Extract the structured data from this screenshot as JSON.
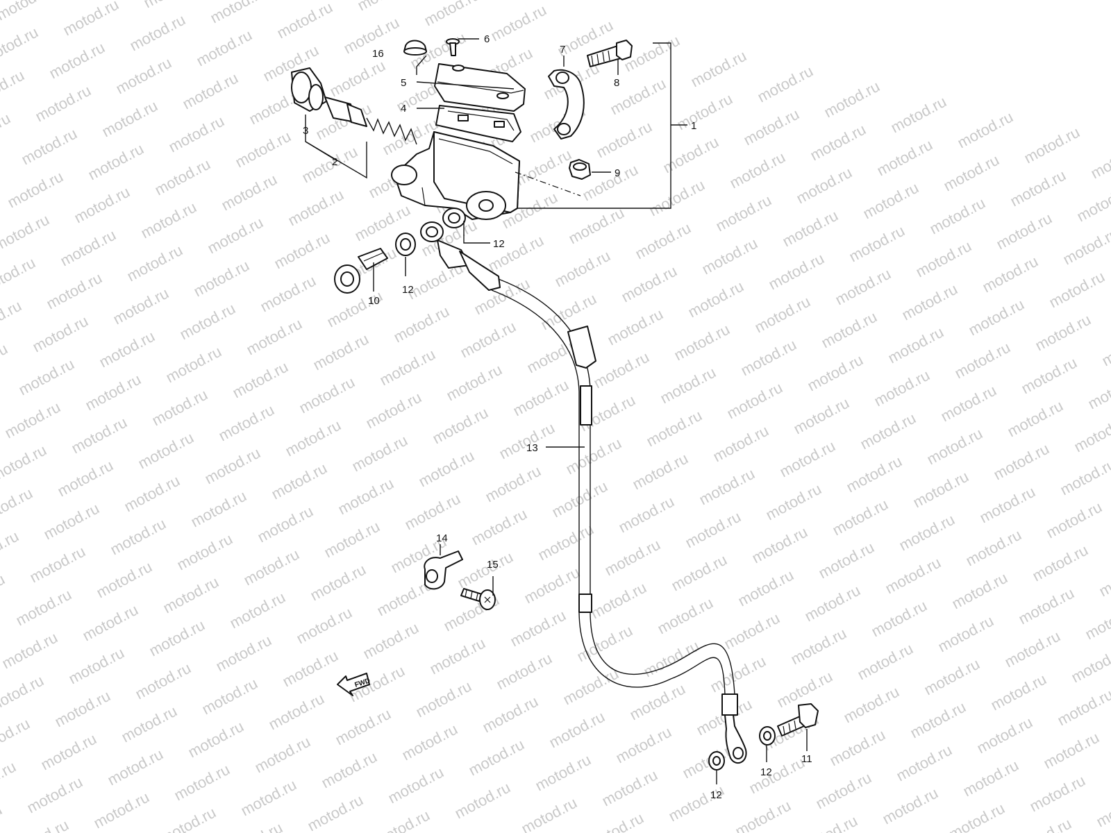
{
  "watermark": {
    "text": "motod.ru"
  },
  "callouts": [
    {
      "id": "c1",
      "label": "1"
    },
    {
      "id": "c2",
      "label": "2"
    },
    {
      "id": "c3",
      "label": "3"
    },
    {
      "id": "c4",
      "label": "4"
    },
    {
      "id": "c5",
      "label": "5"
    },
    {
      "id": "c6",
      "label": "6"
    },
    {
      "id": "c7",
      "label": "7"
    },
    {
      "id": "c8",
      "label": "8"
    },
    {
      "id": "c9",
      "label": "9"
    },
    {
      "id": "c10",
      "label": "10"
    },
    {
      "id": "c11",
      "label": "11"
    },
    {
      "id": "c12a",
      "label": "12"
    },
    {
      "id": "c12b",
      "label": "12"
    },
    {
      "id": "c12c",
      "label": "12"
    },
    {
      "id": "c12d",
      "label": "12"
    },
    {
      "id": "c13",
      "label": "13"
    },
    {
      "id": "c14",
      "label": "14"
    },
    {
      "id": "c15",
      "label": "15"
    },
    {
      "id": "c16",
      "label": "16"
    }
  ],
  "direction_arrow": {
    "label": "FWD"
  }
}
